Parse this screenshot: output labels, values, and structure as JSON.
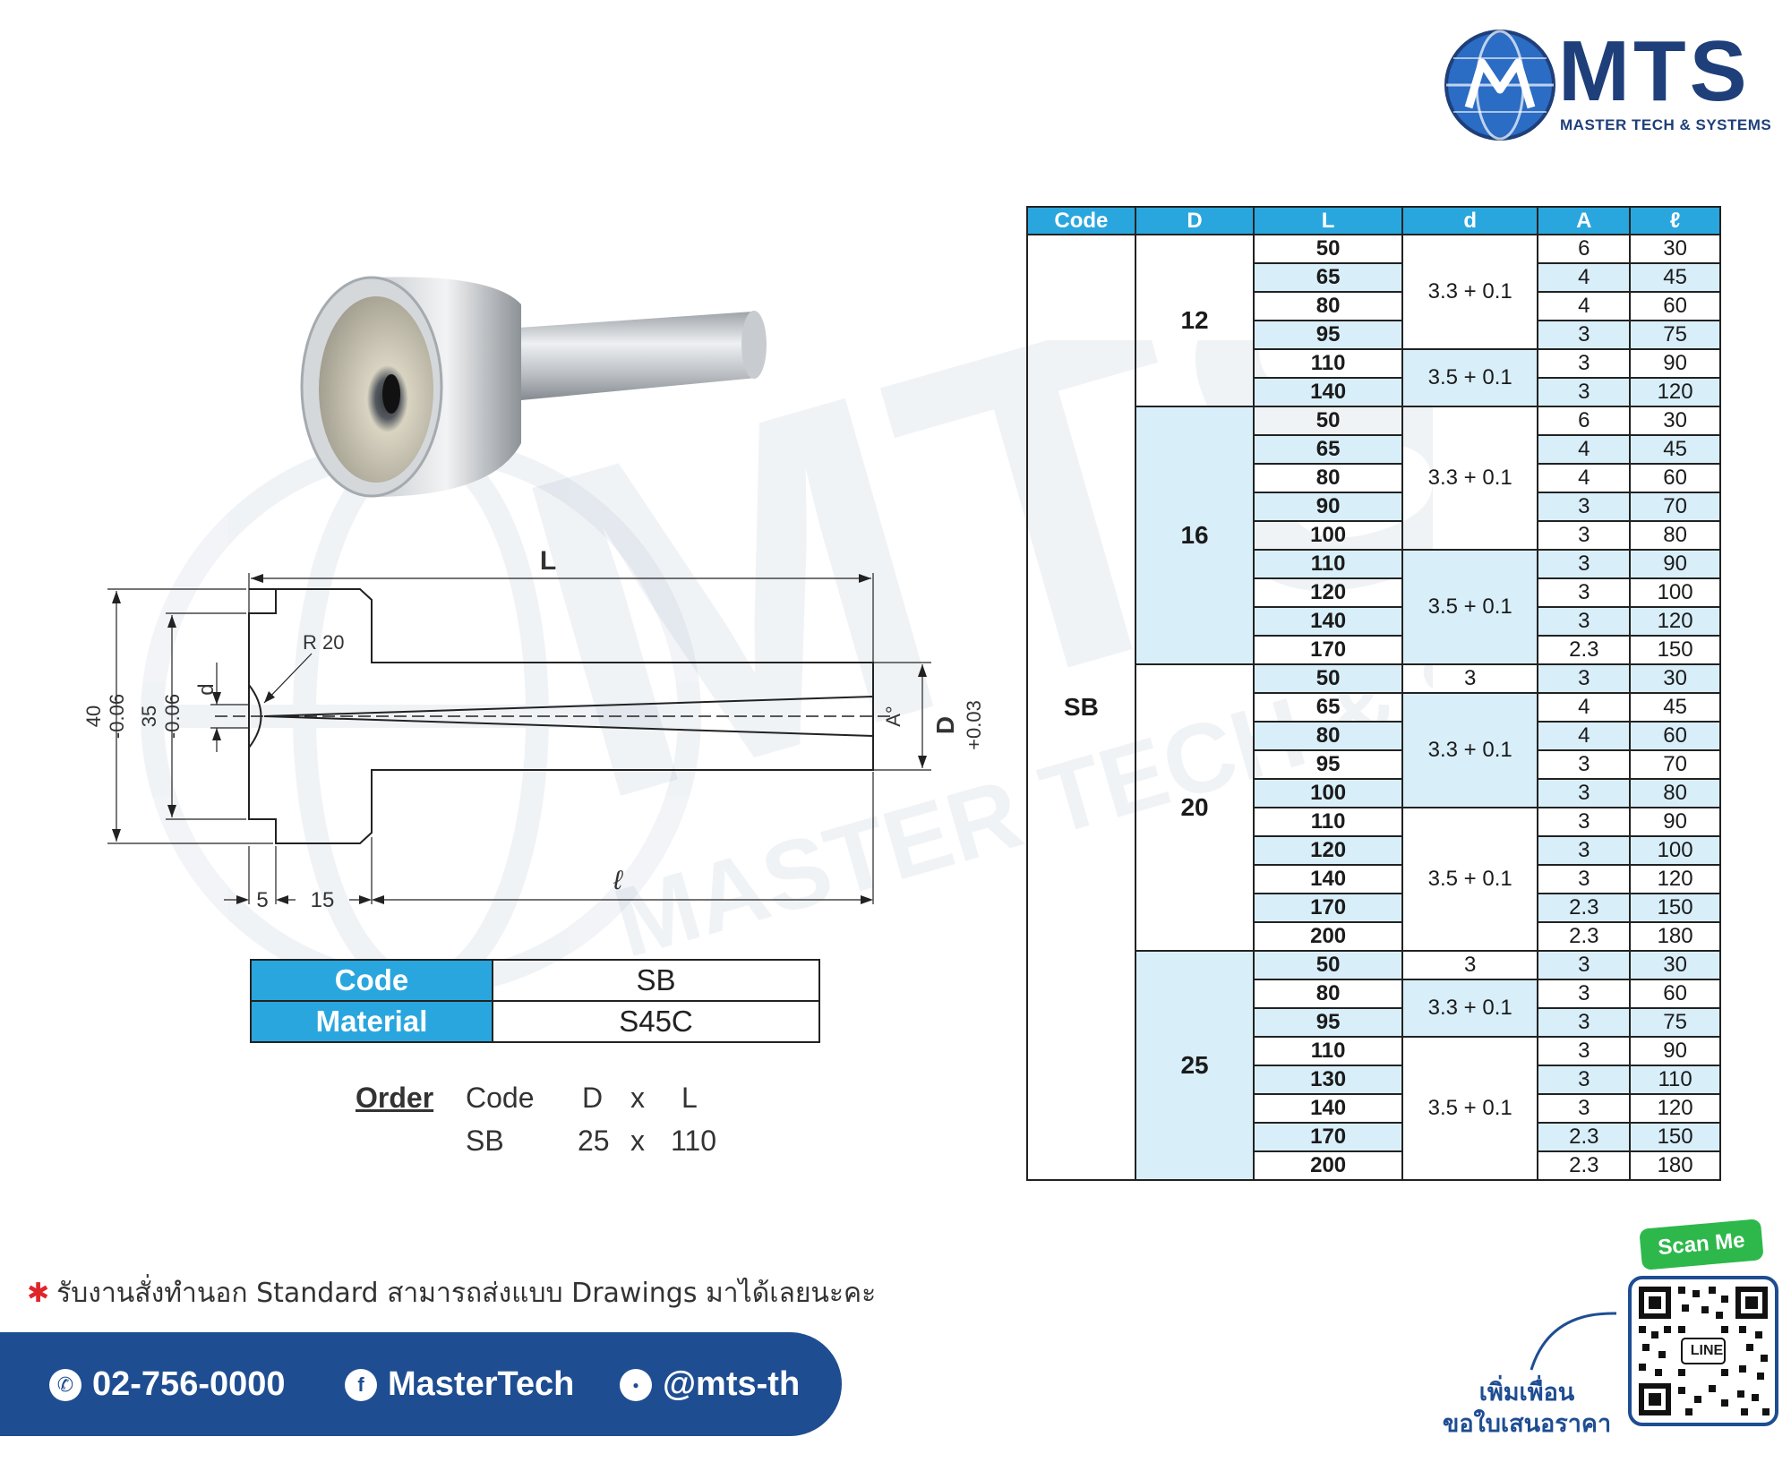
{
  "brand": {
    "name": "MTS",
    "tagline": "MASTER TECH & SYSTEMS",
    "primary": "#1e3f7a",
    "accent": "#2aa6de"
  },
  "drawing": {
    "dim_L": "L",
    "dim_l": "ℓ",
    "dim_d": "d",
    "dim_D": "D",
    "dim_D_tol": "+0.03",
    "radius": "R 20",
    "angle": "A°",
    "dim_40": "40",
    "dim_40_tol": "-0.06",
    "dim_35": "35",
    "dim_35_tol": "-0.06",
    "dim_5": "5",
    "dim_15": "15"
  },
  "code_table": {
    "code_label": "Code",
    "code_value": "SB",
    "material_label": "Material",
    "material_value": "S45C"
  },
  "order": {
    "label": "Order",
    "col_code": "Code",
    "col_D": "D",
    "x": "x",
    "col_L": "L",
    "ex_code": "SB",
    "ex_D": "25",
    "ex_L": "110"
  },
  "spec": {
    "headers": [
      "Code",
      "D",
      "L",
      "d",
      "A",
      "ℓ"
    ],
    "code": "SB",
    "groups": [
      {
        "D": "12",
        "rows": [
          {
            "L": "50",
            "d": "3.3 + 0.1",
            "A": "6",
            "l": "30"
          },
          {
            "L": "65",
            "A": "4",
            "l": "45"
          },
          {
            "L": "80",
            "A": "4",
            "l": "60"
          },
          {
            "L": "95",
            "A": "3",
            "l": "75"
          },
          {
            "L": "110",
            "d": "3.5 + 0.1",
            "A": "3",
            "l": "90"
          },
          {
            "L": "140",
            "A": "3",
            "l": "120"
          }
        ]
      },
      {
        "D": "16",
        "rows": [
          {
            "L": "50",
            "d": "3.3 + 0.1",
            "A": "6",
            "l": "30"
          },
          {
            "L": "65",
            "A": "4",
            "l": "45"
          },
          {
            "L": "80",
            "A": "4",
            "l": "60"
          },
          {
            "L": "90",
            "A": "3",
            "l": "70"
          },
          {
            "L": "100",
            "A": "3",
            "l": "80"
          },
          {
            "L": "110",
            "d": "3.5 + 0.1",
            "A": "3",
            "l": "90"
          },
          {
            "L": "120",
            "A": "3",
            "l": "100"
          },
          {
            "L": "140",
            "A": "3",
            "l": "120"
          },
          {
            "L": "170",
            "A": "2.3",
            "l": "150"
          }
        ]
      },
      {
        "D": "20",
        "rows": [
          {
            "L": "50",
            "d": "3",
            "A": "3",
            "l": "30"
          },
          {
            "L": "65",
            "d": "3.3 + 0.1",
            "A": "4",
            "l": "45"
          },
          {
            "L": "80",
            "A": "4",
            "l": "60"
          },
          {
            "L": "95",
            "A": "3",
            "l": "70"
          },
          {
            "L": "100",
            "A": "3",
            "l": "80"
          },
          {
            "L": "110",
            "d": "3.5 + 0.1",
            "A": "3",
            "l": "90"
          },
          {
            "L": "120",
            "A": "3",
            "l": "100"
          },
          {
            "L": "140",
            "A": "3",
            "l": "120"
          },
          {
            "L": "170",
            "A": "2.3",
            "l": "150"
          },
          {
            "L": "200",
            "A": "2.3",
            "l": "180"
          }
        ]
      },
      {
        "D": "25",
        "rows": [
          {
            "L": "50",
            "d": "3",
            "A": "3",
            "l": "30"
          },
          {
            "L": "80",
            "d": "3.3 + 0.1",
            "A": "3",
            "l": "60"
          },
          {
            "L": "95",
            "A": "3",
            "l": "75"
          },
          {
            "L": "110",
            "d": "3.5 + 0.1",
            "A": "3",
            "l": "90"
          },
          {
            "L": "130",
            "A": "3",
            "l": "110"
          },
          {
            "L": "140",
            "A": "3",
            "l": "120"
          },
          {
            "L": "170",
            "A": "2.3",
            "l": "150"
          },
          {
            "L": "200",
            "A": "2.3",
            "l": "180"
          }
        ]
      }
    ]
  },
  "footer": {
    "note": "รับงานสั่งทำนอก Standard สามารถส่งแบบ Drawings มาได้เลยนะคะ",
    "phone": "02-756-0000",
    "facebook": "MasterTech",
    "line": "@mts-th",
    "scan": "Scan Me",
    "qr_center": "LINE",
    "caption1": "เพิ่มเพื่อน",
    "caption2": "ขอใบเสนอราคา",
    "phone_icon": "phone-icon",
    "facebook_icon": "facebook-icon",
    "line_icon": "line-icon",
    "bar_color": "#1e4d92",
    "scan_color": "#2eb84b"
  }
}
